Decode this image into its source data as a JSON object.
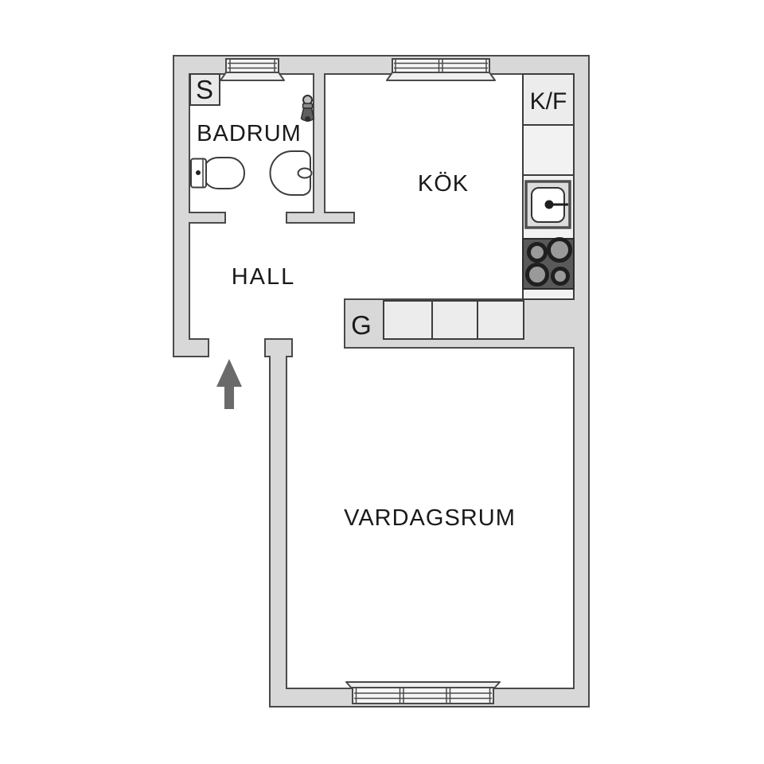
{
  "floor_plan": {
    "rooms": {
      "bathroom": {
        "label": "BADRUM"
      },
      "kitchen": {
        "label": "KÖK"
      },
      "hall": {
        "label": "HALL"
      },
      "living_room": {
        "label": "VARDAGSRUM"
      }
    },
    "fixtures": {
      "cleaning_closet": {
        "label": "S"
      },
      "fridge_freezer": {
        "label": "K/F"
      },
      "wardrobe": {
        "label": "G"
      }
    },
    "window_count": 3,
    "wardrobe_section_count": 3,
    "colors": {
      "background": "#ffffff",
      "wall_fill": "#d8d8d8",
      "outline": "#4a4a4a",
      "fixture_line": "#3d3d3d",
      "cabinet_fill": "#ededed",
      "counter_fill": "#f2f2f2",
      "stove_fill": "#595959",
      "burner_fill": "#9a9a9a",
      "arrow_fill": "#6a6a6a",
      "label_text": "#1a1a1a"
    },
    "icons": [
      "window-icon",
      "toilet-icon",
      "bathroom-sink-icon",
      "shower-mixer-icon",
      "kitchen-sink-icon",
      "stove-icon",
      "wardrobe-icon",
      "entrance-arrow-icon"
    ]
  }
}
